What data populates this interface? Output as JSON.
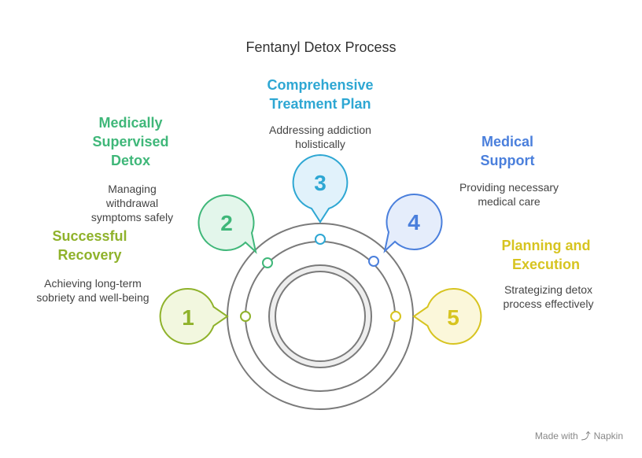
{
  "title": "Fentanyl Detox Process",
  "steps": [
    {
      "number": "1",
      "title": "Successful Recovery",
      "description": "Achieving long-term sobriety and well-being",
      "color": "#8fb22b",
      "fill": "#f2f7df"
    },
    {
      "number": "2",
      "title": "Medically Supervised Detox",
      "description": "Managing withdrawal symptoms safely",
      "color": "#3fb779",
      "fill": "#e3f6eb"
    },
    {
      "number": "3",
      "title": "Comprehensive Treatment Plan",
      "description": "Addressing addiction holistically",
      "color": "#2ea7d3",
      "fill": "#e1f2fb"
    },
    {
      "number": "4",
      "title": "Medical Support",
      "description": "Providing necessary medical care",
      "color": "#4a7fdc",
      "fill": "#e5edfb"
    },
    {
      "number": "5",
      "title": "Planning and Execution",
      "description": "Strategizing detox process effectively",
      "color": "#d7c420",
      "fill": "#fbf7da"
    }
  ],
  "footer": {
    "made_with": "Made with",
    "brand": "Napkin"
  }
}
